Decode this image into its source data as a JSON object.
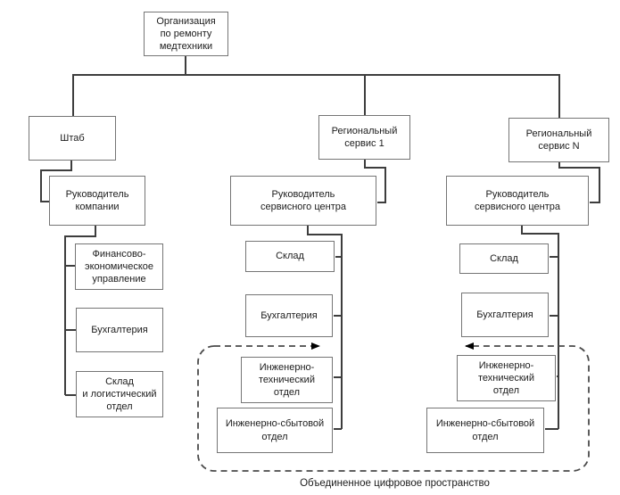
{
  "root": {
    "label": "Организация\nпо ремонту\nмедтехники"
  },
  "hq": {
    "label": "Штаб",
    "head": "Руководитель\nкомпании",
    "departments": [
      "Финансово-\nэкономическое\nуправление",
      "Бухгалтерия",
      "Склад\nи логистический\nотдел"
    ]
  },
  "regional_1": {
    "label": "Региональный\nсервис 1",
    "head": "Руководитель\nсервисного центра",
    "departments": [
      "Склад",
      "Бухгалтерия",
      "Инженерно-\nтехнический\nотдел",
      "Инженерно-сбытовой\nотдел"
    ]
  },
  "regional_n": {
    "label": "Региональный\nсервис N",
    "head": "Руководитель\nсервисного центра",
    "departments": [
      "Склад",
      "Бухгалтерия",
      "Инженерно-\nтехнический\nотдел",
      "Инженерно-сбытовой\nотдел"
    ]
  },
  "digital_space": {
    "caption": "Объединенное цифровое пространство"
  },
  "colors": {
    "background": "#ffffff",
    "box_border": "#757575",
    "connector": "#3d3d3d",
    "dashed_border": "#4a4a4a",
    "arrow": "#000000",
    "text": "#1c1c1c"
  }
}
